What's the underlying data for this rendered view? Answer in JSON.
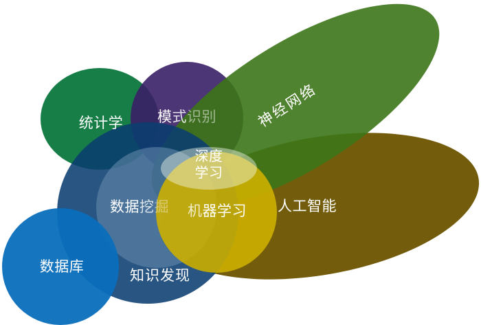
{
  "diagram": {
    "type": "venn-euler",
    "background": "#ffffff",
    "labels": {
      "statistics": "统计学",
      "pattern_recognition": {
        "p1": "模",
        "p2": "式",
        "p3": "识别"
      },
      "neural_network": "神经网络",
      "deep_learning": {
        "line1": "深度",
        "line2": "学习"
      },
      "data_mining": {
        "p1": "数据",
        "p2": "挖",
        "p3": "掘"
      },
      "machine_learning": {
        "p1": "机",
        "p2": "器学习"
      },
      "artificial_intelligence": "人工智能",
      "database": "数据库",
      "knowledge_discovery": "知识发现"
    },
    "colors": {
      "statistics": "rgb(23,126,71)",
      "pattern_recognition": "rgba(58,32,102,0.9)",
      "artificial_intelligence": "rgba(108,84,0,0.95)",
      "neural_network": "rgba(61,118,24,0.9)",
      "knowledge_discovery": "rgba(10,62,112,0.88)",
      "data_mining": "rgba(110,145,180,0.52)",
      "database": "rgba(10,110,188,0.95)",
      "machine_learning": "rgba(208,178,0,0.88)",
      "deep_learning": "rgba(240,247,232,0.45)",
      "label_text": "#ffffff"
    }
  }
}
